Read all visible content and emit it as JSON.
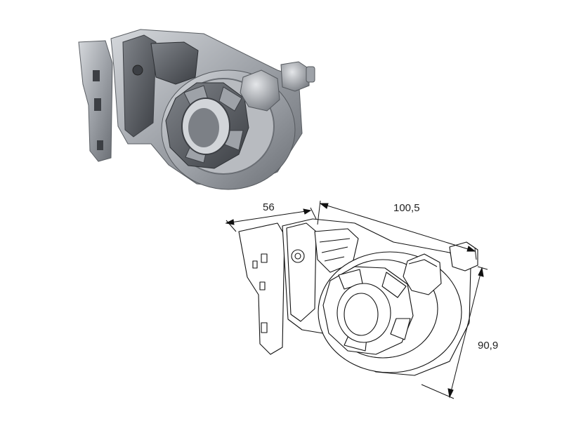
{
  "dimensions": {
    "width_a": "56",
    "length": "100,5",
    "height": "90,9"
  },
  "colors": {
    "metal_light": "#b9bcc1",
    "metal_mid": "#8e9298",
    "metal_dark": "#4a4d52",
    "line": "#111111",
    "background": "#ffffff"
  }
}
